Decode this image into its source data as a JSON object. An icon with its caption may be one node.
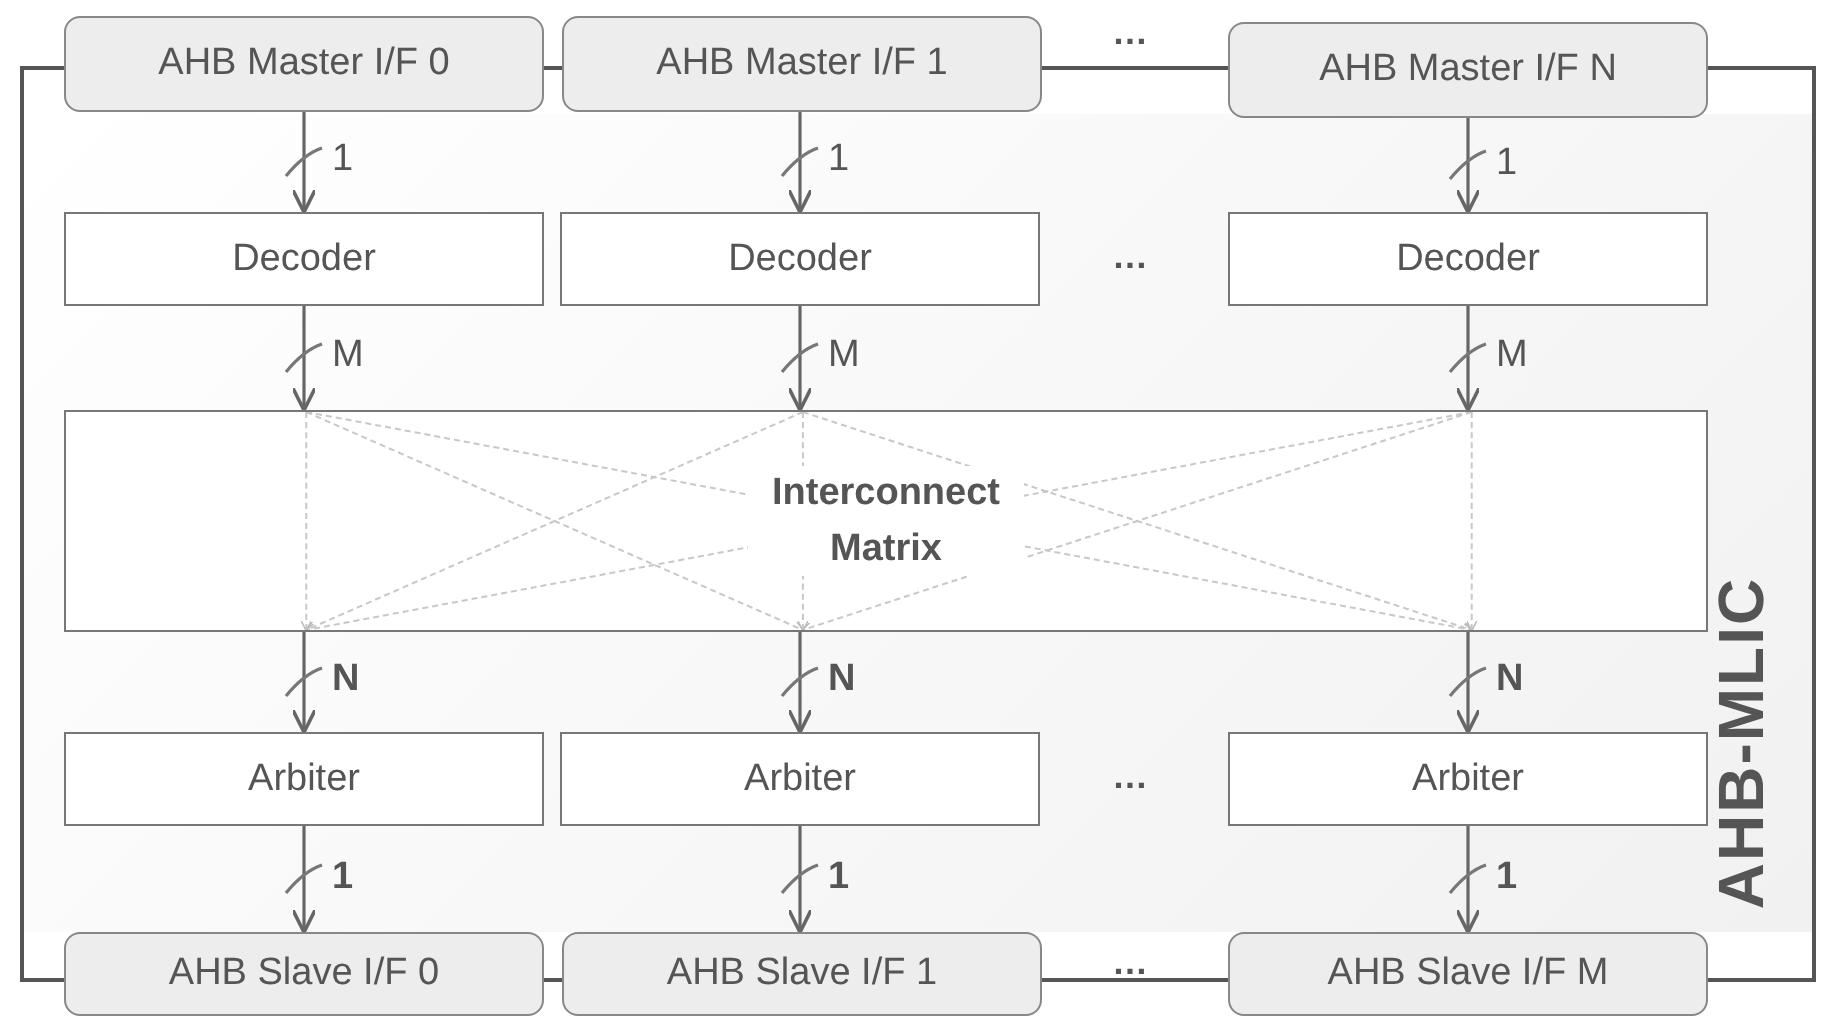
{
  "diagram": {
    "nodes": [
      {
        "text": [
          "AHB-MLIC"
        ]
      },
      {
        "text": [
          "AHB Master I/F 0"
        ]
      },
      {
        "text": [
          "AHB Master I/F 1"
        ]
      },
      {
        "text": [
          "AHB Master I/F N"
        ]
      },
      {
        "text": [
          "Decoder"
        ],
        "in": 0
      },
      {
        "text": [
          "Decoder"
        ],
        "in": 0
      },
      {
        "text": [
          "Decoder"
        ],
        "in": 0
      },
      {
        "text": [
          "Interconnect Matrix"
        ],
        "in": 0
      },
      {
        "text": [
          "Arbiter"
        ],
        "in": 0
      },
      {
        "text": [
          "Arbiter"
        ],
        "in": 0
      },
      {
        "text": [
          "Arbiter"
        ],
        "in": 0
      },
      {
        "text": [
          "AHB Slave I/F 0"
        ]
      },
      {
        "text": [
          "AHB Slave I/F 1"
        ]
      },
      {
        "text": [
          "AHB Slave I/F M"
        ]
      }
    ],
    "edges": [
      {
        "from": 1,
        "to": 4,
        "arrow": "to",
        "label": "1"
      },
      {
        "from": 2,
        "to": 5,
        "arrow": "to",
        "label": "1"
      },
      {
        "from": 3,
        "to": 6,
        "arrow": "to",
        "label": "1"
      },
      {
        "from": 4,
        "to": 7,
        "arrow": "to",
        "label": "M"
      },
      {
        "from": 5,
        "to": 7,
        "arrow": "to",
        "label": "M"
      },
      {
        "from": 6,
        "to": 7,
        "arrow": "to",
        "label": "M"
      },
      {
        "from": 7,
        "to": 8,
        "arrow": "to",
        "label": "N"
      },
      {
        "from": 7,
        "to": 9,
        "arrow": "to",
        "label": "N"
      },
      {
        "from": 7,
        "to": 10,
        "arrow": "to",
        "label": "N"
      },
      {
        "from": 8,
        "to": 11,
        "arrow": "to",
        "label": "1"
      },
      {
        "from": 9,
        "to": 12,
        "arrow": "to",
        "label": "1"
      },
      {
        "from": 10,
        "to": 13,
        "arrow": "to",
        "label": "1"
      }
    ],
    "labels": [
      "…",
      "…",
      "…",
      "…"
    ]
  }
}
